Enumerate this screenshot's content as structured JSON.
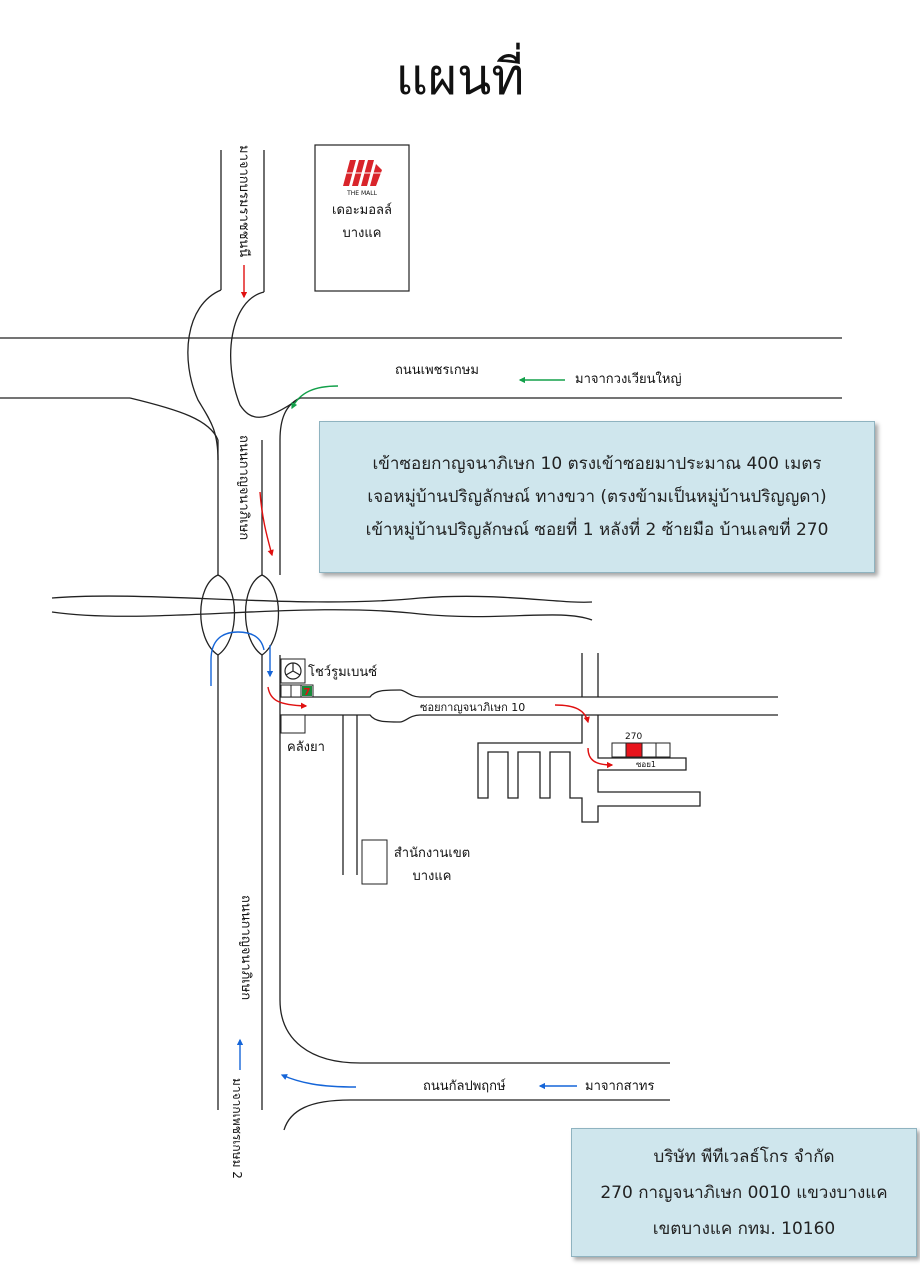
{
  "title": "แผนที่",
  "landmarks": {
    "the_mall_logo_text": "THE MALL",
    "the_mall_line1": "เดอะมอลล์",
    "the_mall_line2": "บางแค",
    "benz_showroom": "โชว์รูมเบนซ์",
    "warehouse": "คลังยา",
    "district_office_line1": "สำนักงานเขต",
    "district_office_line2": "บางแค",
    "house_number": "270",
    "soi_label": "ซอย1"
  },
  "roads": {
    "phetkasem": "ถนนเพชรเกษม",
    "kanchanaphisek_upper": "ถนนกาญจนาภิเษก",
    "kanchanaphisek_lower": "ถนนกาญจนาภิเษก",
    "soi_kanchanaphisek": "ซอยกาญจนาภิเษก 10",
    "kanlapaphruek": "ถนนกัลปพฤกษ์"
  },
  "approaches": {
    "from_borom": "มาจากบรมราชชนนี",
    "from_wongwian": "มาจากวงเวียนใหญ่",
    "from_sathorn": "มาจากสาทร",
    "from_phetkasem2": "มาจากเพชรเกษม 2"
  },
  "directions": [
    "เข้าซอยกาญจนาภิเษก 10 ตรงเข้าซอยมาประมาณ 400 เมตร",
    "เจอหมู่บ้านปริญลักษณ์ ทางขวา (ตรงข้ามเป็นหมู่บ้านปริญญดา)",
    "เข้าหมู่บ้านปริญลักษณ์ ซอยที่ 1 หลังที่ 2 ซ้ายมือ บ้านเลขที่ 270"
  ],
  "company": {
    "name": "บริษัท พีทีเวลธ์โกร จำกัด",
    "address_line1": "270 กาญจนาภิเษก 0010 แขวงบางแค",
    "address_line2": "เขตบางแค กทม. 10160"
  },
  "colors": {
    "road_line": "#222222",
    "arrow_red": "#e01010",
    "arrow_green": "#13a04a",
    "arrow_blue": "#1565d8",
    "info_box_bg": "#cfe6ed",
    "target_house": "#e8141c"
  }
}
